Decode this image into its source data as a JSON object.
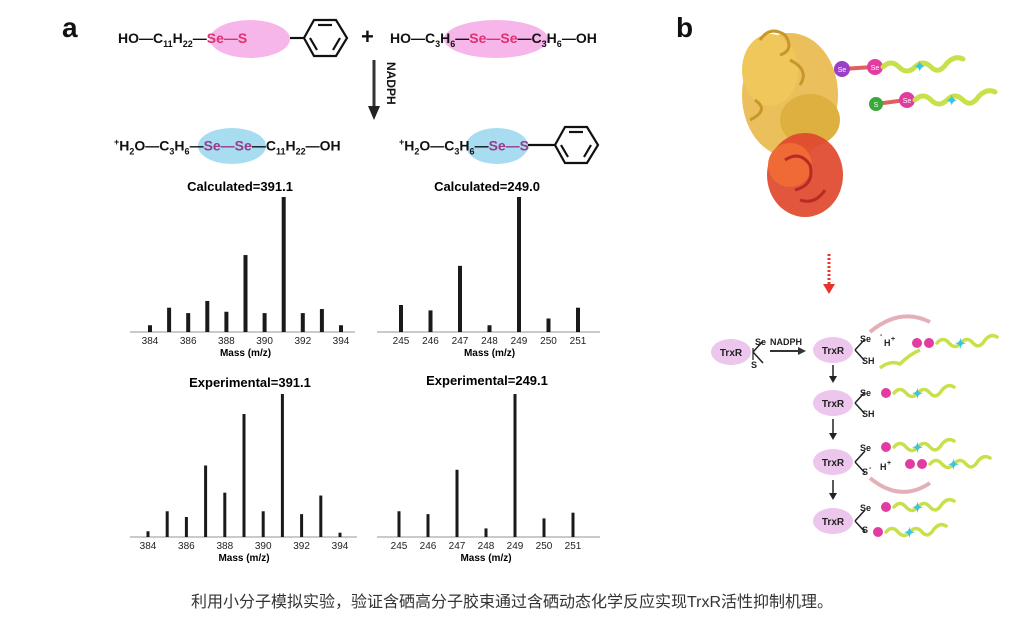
{
  "panel_a": {
    "label": "a",
    "reagent1": [
      [
        "HO—C",
        ""
      ],
      [
        "11",
        "sub"
      ],
      [
        "H",
        ""
      ],
      [
        "22",
        "sub"
      ],
      [
        "—",
        ""
      ],
      [
        "Se—S",
        "se"
      ]
    ],
    "plus": "+",
    "reagent2": [
      [
        "HO—C",
        ""
      ],
      [
        "3",
        "sub"
      ],
      [
        "H",
        ""
      ],
      [
        "6",
        "sub"
      ],
      [
        "—",
        ""
      ],
      [
        "Se—Se",
        "se"
      ],
      [
        "—C",
        ""
      ],
      [
        "3",
        "sub"
      ],
      [
        "H",
        ""
      ],
      [
        "6",
        "sub"
      ],
      [
        "—OH",
        ""
      ]
    ],
    "arrow_label": "NADPH",
    "product1": [
      [
        "+",
        "sup"
      ],
      [
        "H",
        ""
      ],
      [
        "2",
        "sub"
      ],
      [
        "O—C",
        ""
      ],
      [
        "3",
        "sub"
      ],
      [
        "H",
        ""
      ],
      [
        "6",
        "sub"
      ],
      [
        "—",
        ""
      ],
      [
        "Se—Se",
        "se2"
      ],
      [
        "—C",
        ""
      ],
      [
        "11",
        "sub"
      ],
      [
        "H",
        ""
      ],
      [
        "22",
        "sub"
      ],
      [
        "—OH",
        ""
      ]
    ],
    "product2": [
      [
        "+",
        "sup"
      ],
      [
        "H",
        ""
      ],
      [
        "2",
        "sub"
      ],
      [
        "O—C",
        ""
      ],
      [
        "3",
        "sub"
      ],
      [
        "H",
        ""
      ],
      [
        "6",
        "sub"
      ],
      [
        "—",
        ""
      ],
      [
        "Se—S",
        "se2"
      ]
    ]
  },
  "panel_b": {
    "label": "b",
    "protein_atoms": [
      "Se",
      "Se",
      "S",
      "Se"
    ],
    "enzyme": "TrxR",
    "start_se": "Se",
    "start_s": "S",
    "arrow_label": "NADPH",
    "step1": {
      "top": "Se",
      "top_sup": "-",
      "proton": "H",
      "proton_sup": "+",
      "bottom": "SH"
    },
    "step2": {
      "top": "Se",
      "bottom": "SH"
    },
    "step3": {
      "top": "Se",
      "bottom": "S",
      "bottom_sup": "-",
      "proton": "H",
      "proton_sup": "+"
    },
    "step4": {
      "top": "Se",
      "bottom": "S"
    }
  },
  "colors": {
    "pink_ellipse": "#f7b6ea",
    "blue_ellipse": "#a8dcf0",
    "trxr": "#ecc6ec",
    "arrow_red": "#e8332a",
    "chain": "#c8e04a",
    "star": "#3bc3e0",
    "bead": "#e23ca0"
  },
  "chart_data": [
    {
      "type": "bar",
      "title": "Calculated=391.1",
      "xlabel": "Mass (m/z)",
      "ylabel": "",
      "x": [
        384,
        385,
        386,
        387,
        388,
        389,
        390,
        391,
        392,
        393,
        394
      ],
      "values": [
        5,
        18,
        14,
        23,
        15,
        57,
        14,
        100,
        14,
        17,
        5
      ],
      "tick_labels": [
        "384",
        "386",
        "388",
        "390",
        "392",
        "394"
      ],
      "xlim": [
        383,
        395
      ],
      "ylim": [
        0,
        100
      ]
    },
    {
      "type": "bar",
      "title": "Calculated=249.0",
      "xlabel": "Mass (m/z)",
      "ylabel": "",
      "x": [
        245,
        246,
        247,
        248,
        249,
        250,
        251
      ],
      "values": [
        20,
        16,
        49,
        5,
        100,
        10,
        18
      ],
      "tick_labels": [
        "245",
        "246",
        "247",
        "248",
        "249",
        "250",
        "251"
      ],
      "xlim": [
        244,
        252
      ],
      "ylim": [
        0,
        100
      ]
    },
    {
      "type": "bar",
      "title": "Experimental=391.1",
      "xlabel": "Mass (m/z)",
      "ylabel": "",
      "x": [
        384,
        385,
        386,
        387,
        388,
        389,
        390,
        391,
        392,
        393,
        394
      ],
      "values": [
        4,
        18,
        14,
        50,
        31,
        86,
        18,
        100,
        16,
        29,
        3
      ],
      "tick_labels": [
        "384",
        "386",
        "388",
        "390",
        "392",
        "394"
      ],
      "xlim": [
        383,
        395
      ],
      "ylim": [
        0,
        100
      ]
    },
    {
      "type": "bar",
      "title": "Experimental=249.1",
      "xlabel": "Mass (m/z)",
      "ylabel": "",
      "x": [
        245,
        246,
        247,
        248,
        249,
        250,
        251
      ],
      "values": [
        18,
        16,
        47,
        6,
        100,
        13,
        17
      ],
      "tick_labels": [
        "245",
        "246",
        "247",
        "248",
        "249",
        "250",
        "251"
      ],
      "xlim": [
        244,
        252
      ],
      "ylim": [
        0,
        100
      ]
    }
  ],
  "caption": "利用小分子模拟实验，验证含硒高分子胶束通过含硒动态化学反应实现TrxR活性抑制机理。"
}
